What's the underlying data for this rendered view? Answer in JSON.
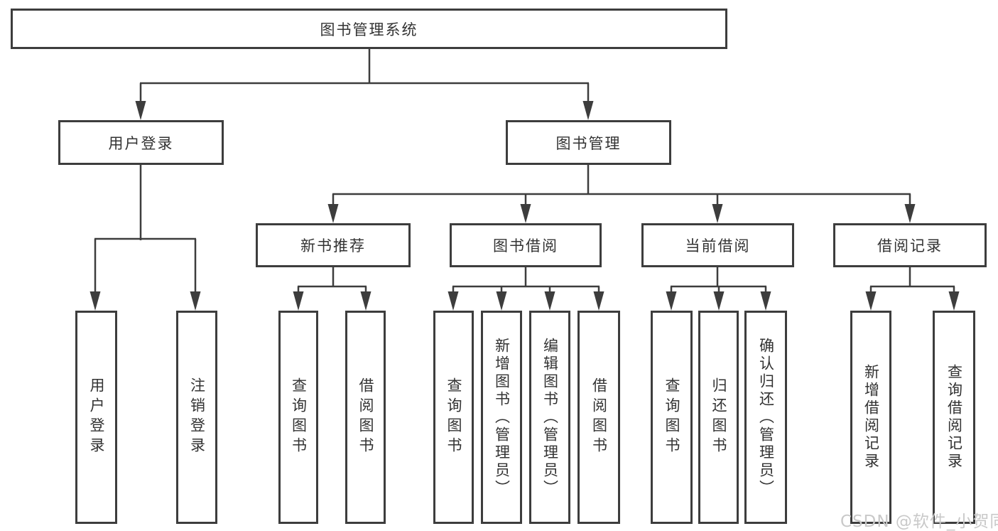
{
  "diagram": {
    "title_node": "图书管理系统",
    "level2": {
      "user_login": "用户登录",
      "book_management": "图书管理"
    },
    "level3": {
      "new_book_recommend": "新书推荐",
      "book_borrow": "图书借阅",
      "current_borrow": "当前借阅",
      "borrow_records": "借阅记录"
    },
    "leaves": [
      "用户登录",
      "注销登录",
      "查询图书",
      "借阅图书",
      "查询图书",
      "新增图书（管理员）",
      "编辑图书（管理员）",
      "借阅图书",
      "查询图书",
      "归还图书",
      "确认归还（管理员）",
      "新增借阅记录",
      "查询借阅记录"
    ],
    "colors": {
      "line": "#3d3d3d",
      "text": "#333333",
      "background": "#ffffff",
      "watermark": "#c9c9c9"
    }
  },
  "watermark": "CSDN @软件_小贺同学"
}
